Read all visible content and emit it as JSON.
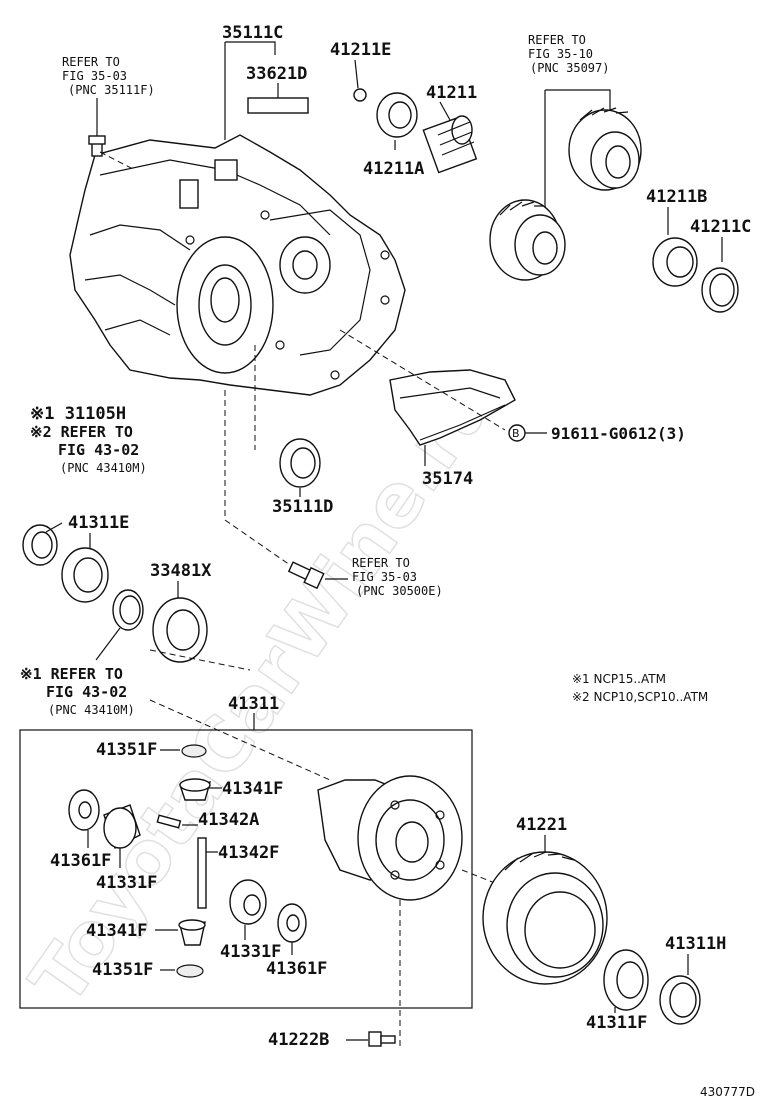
{
  "watermark": "ToyotaCarWine.ru",
  "diagram_id": "430777D",
  "notes": {
    "note1": "※1 NCP15..ATM",
    "note2": "※2 NCP10,SCP10..ATM"
  },
  "callout_b": "B",
  "parts": {
    "p35111C": "35111C",
    "p33621D": "33621D",
    "p41211E": "41211E",
    "p41211": "41211",
    "p41211A": "41211A",
    "p41211B": "41211B",
    "p41211C": "41211C",
    "p35111D": "35111D",
    "p35174": "35174",
    "p91611": "91611-G0612(3)",
    "p31105H": "※1 31105H",
    "p41311E": "41311E",
    "p33481X": "33481X",
    "p41311": "41311",
    "p41351F_a": "41351F",
    "p41341F_a": "41341F",
    "p41342A": "41342A",
    "p41342F": "41342F",
    "p41361F_a": "41361F",
    "p41331F_a": "41331F",
    "p41341F_b": "41341F",
    "p41331F_b": "41331F",
    "p41361F_b": "41361F",
    "p41351F_b": "41351F",
    "p41221": "41221",
    "p41311H": "41311H",
    "p41311F": "41311F",
    "p41222B": "41222B"
  },
  "refs": {
    "r1": [
      "REFER TO",
      "FIG 35-03",
      "(PNC 35111F)"
    ],
    "r2": [
      "REFER TO",
      "FIG 35-10",
      "(PNC 35097)"
    ],
    "r3": [
      "※2 REFER TO",
      "FIG 43-02",
      "(PNC 43410M)"
    ],
    "r4": [
      "REFER TO",
      "FIG 35-03",
      "(PNC 30500E)"
    ],
    "r5": [
      "※1 REFER TO",
      "FIG 43-02",
      "(PNC 43410M)"
    ]
  }
}
